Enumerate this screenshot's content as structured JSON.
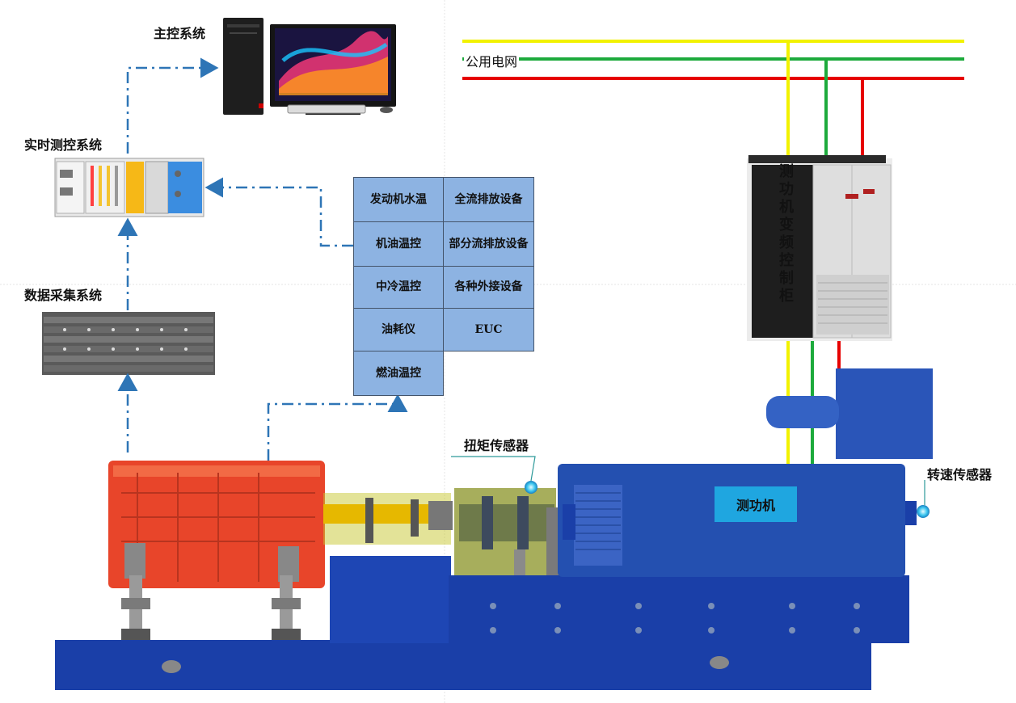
{
  "labels": {
    "main_control": "主控系统",
    "realtime_control": "实时测控系统",
    "data_acquisition": "数据采集系统",
    "public_grid": "公用电网",
    "inverter_cabinet": [
      "测",
      "功",
      "机",
      "变",
      "频",
      "控",
      "制",
      "柜"
    ],
    "torque_sensor": "扭矩传感器",
    "speed_sensor": "转速传感器",
    "dynamometer": "测功机"
  },
  "equipment_table": {
    "rows": [
      [
        "发动机水温",
        "全流排放设备"
      ],
      [
        "机油温控",
        "部分流排放设备"
      ],
      [
        "中冷温控",
        "各种外接设备"
      ],
      [
        "油耗仪",
        "EUC"
      ],
      [
        "燃油温控",
        ""
      ]
    ]
  },
  "colors": {
    "grid_yellow": "#f2f200",
    "grid_green": "#1daa3c",
    "grid_red": "#e60000",
    "signal_line": "#2e75b6",
    "table_cell": "#8db3e2",
    "engine": "#e8452a",
    "base": "#1a3fa8",
    "dynamometer": "#2450b0",
    "dyno_label_bg": "#1fa6e0"
  }
}
